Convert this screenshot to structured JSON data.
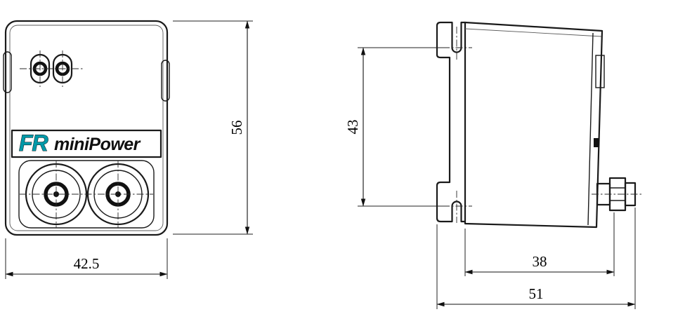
{
  "accent": "#0099a8",
  "logo": {
    "brand": "FR",
    "product": "miniPower"
  },
  "dimensions": {
    "front_width_mm": "42.5",
    "front_height_mm": "56",
    "mount_hole_spacing_mm": "43",
    "body_depth_mm": "38",
    "overall_depth_mm": "51"
  }
}
